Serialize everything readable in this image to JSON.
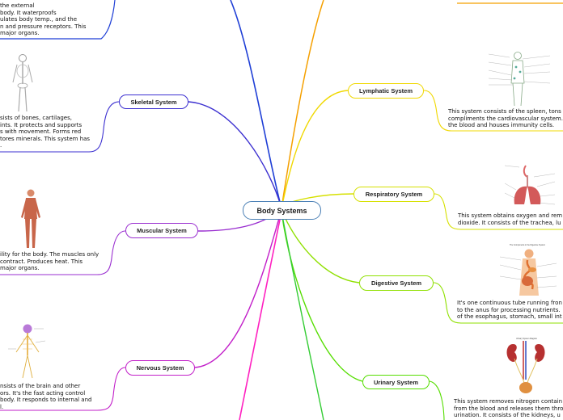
{
  "center": {
    "label": "Body Systems"
  },
  "left": {
    "integumentary": {
      "desc": [
        "the external",
        "body. It waterproofs",
        "ulates body temp., and the",
        "n and pressure receptors. This",
        "major organs."
      ]
    },
    "skeletal": {
      "label": "Skeletal System",
      "desc": [
        "sists of bones, cartilages,",
        "ints. It protects and supports",
        "s with movement. Forms red",
        "tores minerals. This system has",
        "."
      ]
    },
    "muscular": {
      "label": "Muscular System",
      "desc": [
        "ility for the body. The muscles only",
        "contract. Produces heat. This",
        "major organs."
      ]
    },
    "nervous": {
      "label": "Nervous System",
      "desc": [
        "nsists of the brain and other",
        "ors. It's the fast acting control",
        "body. It responds to internal and",
        "l."
      ]
    }
  },
  "right": {
    "lymphatic": {
      "label": "Lymphatic System",
      "desc": [
        "This system consists of the spleen, tons",
        "compliments the cardiovascular system.",
        "the blood and houses immunity cells."
      ]
    },
    "respiratory": {
      "label": "Respiratory System",
      "desc": [
        "This system obtains oxygen and rem",
        "dioxide. It consists of the trachea, lu"
      ]
    },
    "digestive": {
      "label": "Digestive System",
      "image_title": "The Components in the Digestive System",
      "desc": [
        "It's one continuous tube running fron",
        "to the anus for processing nutrients.",
        "of the esophagus, stomach, small int"
      ]
    },
    "urinary": {
      "label": "Urinary System",
      "image_title": "Urinary System Diagram",
      "desc": [
        "This system removes nitrogen contain",
        "from the blood and releases them thro",
        "urination. It consists of the kidneys, u"
      ]
    }
  },
  "colors": {
    "center": "#4a7fb5",
    "integumentary": "#1f3fd6",
    "skeletal": "#3b2fd0",
    "muscular": "#9a2fd0",
    "nervous": "#c21fc9",
    "lymphatic": "#f0d800",
    "respiratory": "#d6e000",
    "digestive": "#8fe000",
    "urinary": "#55dd00",
    "orange": "#f5a000",
    "bottom": "#ff20c0"
  },
  "icons": [
    "skeleton-icon",
    "muscle-figure-icon",
    "nervous-figure-icon",
    "lymph-figure-icon",
    "lungs-icon",
    "digestive-figure-icon",
    "kidneys-icon"
  ]
}
